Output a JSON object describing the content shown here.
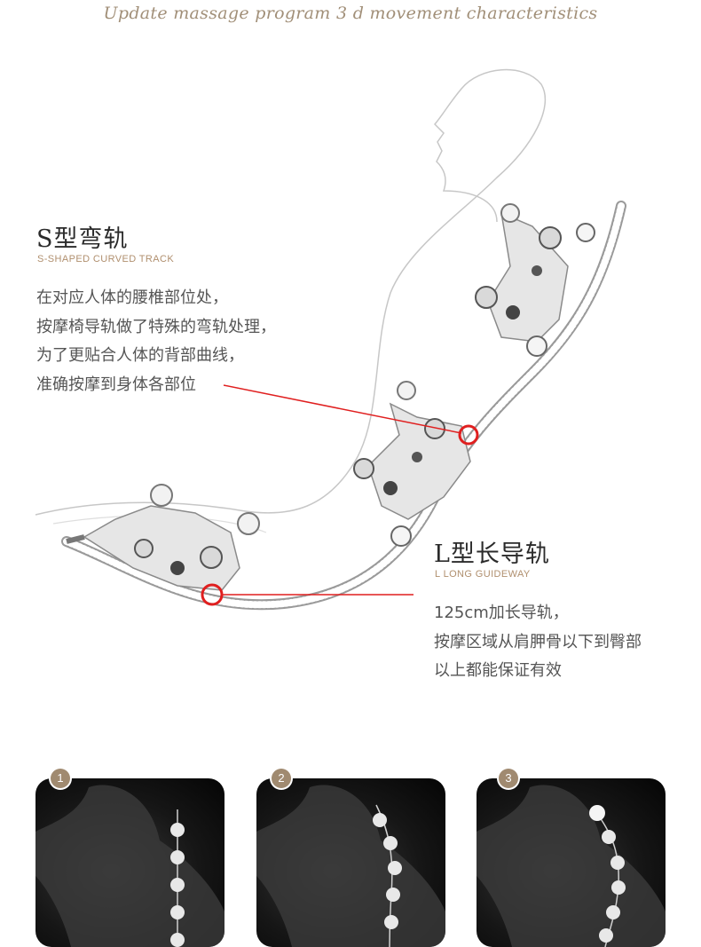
{
  "header": {
    "title": "Update massage program 3 d movement characteristics"
  },
  "s_track": {
    "title": "S型弯轨",
    "subtitle": "S-SHAPED CURVED TRACK",
    "lines": [
      "在对应人体的腰椎部位处，",
      "按摩椅导轨做了特殊的弯轨处理，",
      "为了更贴合人体的背部曲线，",
      "准确按摩到身体各部位"
    ]
  },
  "l_track": {
    "title": "L型长导轨",
    "subtitle": "L LONG GUIDEWAY",
    "lines": [
      "125cm加长导轨，",
      "按摩区域从肩胛骨以下到臀部",
      "以上都能保证有效"
    ]
  },
  "steps": [
    {
      "number": "1"
    },
    {
      "number": "2"
    },
    {
      "number": "3"
    }
  ],
  "colors": {
    "accent_red": "#e01f1f",
    "gold": "#a18f78",
    "badge": "#a08a70"
  }
}
